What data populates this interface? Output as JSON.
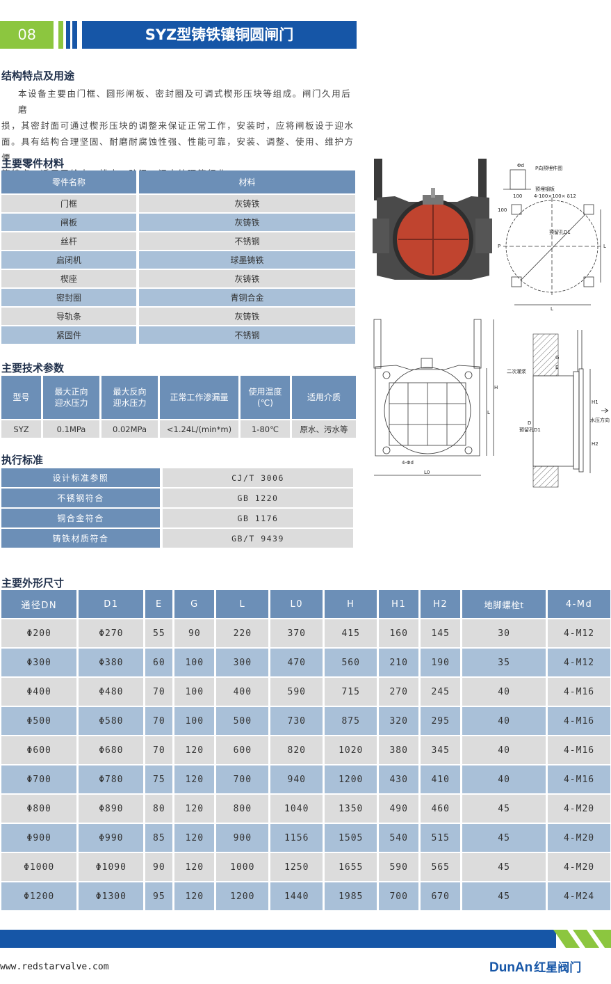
{
  "header": {
    "page_number": "08",
    "title": "SYZ型铸铁镶铜圆闸门",
    "colors": {
      "green": "#8cc63f",
      "blue": "#1656a7",
      "table_header": "#6c8fb7",
      "row_blue": "#a9c0d8",
      "row_gray": "#dcdcdc"
    }
  },
  "features": {
    "title": "结构特点及用途",
    "lines": [
      "本设备主要由门框、圆形闸板、密封圈及可调式楔形压块等组成。闸门久用后磨",
      "损，其密封面可通过楔形压块的调整来保证正常工作，安装时，应将闸板设于迎水",
      "面。具有结构合理坚固、耐磨耐腐蚀性强、性能可靠，安装、调整、使用、维护方便",
      "等特点。适用于给水、排水、防汛、污水处理等行业。"
    ]
  },
  "materials": {
    "title": "主要零件材料",
    "headers": [
      "零件名称",
      "材料"
    ],
    "rows": [
      [
        "门框",
        "灰铸铁"
      ],
      [
        "闸板",
        "灰铸铁"
      ],
      [
        "丝杆",
        "不锈钢"
      ],
      [
        "启闭机",
        "球墨铸铁"
      ],
      [
        "楔座",
        "灰铸铁"
      ],
      [
        "密封圈",
        "青铜合金"
      ],
      [
        "导轨条",
        "灰铸铁"
      ],
      [
        "紧固件",
        "不锈钢"
      ]
    ]
  },
  "params": {
    "title": "主要技术参数",
    "headers": [
      "型号",
      "最大正向\n迎水压力",
      "最大反向\n迎水压力",
      "正常工作渗漏量",
      "使用温度\n(℃)",
      "适用介质"
    ],
    "row": [
      "SYZ",
      "0.1MPa",
      "0.02MPa",
      "<1.24L/(min*m)",
      "1-80℃",
      "原水、污水等"
    ]
  },
  "standards": {
    "title": "执行标准",
    "rows": [
      [
        "设计标准参照",
        "CJ/T 3006"
      ],
      [
        "不锈钢符合",
        "GB 1220"
      ],
      [
        "铜合金符合",
        "GB 1176"
      ],
      [
        "铸铁材质符合",
        "GB/T 9439"
      ]
    ]
  },
  "dimensions": {
    "title": "主要外形尺寸",
    "headers": [
      "通径DN",
      "D1",
      "E",
      "G",
      "L",
      "L0",
      "H",
      "H1",
      "H2",
      "地脚螺栓t",
      "4-Md"
    ],
    "rows": [
      [
        "Φ200",
        "Φ270",
        "55",
        "90",
        "220",
        "370",
        "415",
        "160",
        "145",
        "30",
        "4-M12"
      ],
      [
        "Φ300",
        "Φ380",
        "60",
        "100",
        "300",
        "470",
        "560",
        "210",
        "190",
        "35",
        "4-M12"
      ],
      [
        "Φ400",
        "Φ480",
        "70",
        "100",
        "400",
        "590",
        "715",
        "270",
        "245",
        "40",
        "4-M16"
      ],
      [
        "Φ500",
        "Φ580",
        "70",
        "100",
        "500",
        "730",
        "875",
        "320",
        "295",
        "40",
        "4-M16"
      ],
      [
        "Φ600",
        "Φ680",
        "70",
        "120",
        "600",
        "820",
        "1020",
        "380",
        "345",
        "40",
        "4-M16"
      ],
      [
        "Φ700",
        "Φ780",
        "75",
        "120",
        "700",
        "940",
        "1200",
        "430",
        "410",
        "40",
        "4-M16"
      ],
      [
        "Φ800",
        "Φ890",
        "80",
        "120",
        "800",
        "1040",
        "1350",
        "490",
        "460",
        "45",
        "4-M20"
      ],
      [
        "Φ900",
        "Φ990",
        "85",
        "120",
        "900",
        "1156",
        "1505",
        "540",
        "515",
        "45",
        "4-M20"
      ],
      [
        "Φ1000",
        "Φ1090",
        "90",
        "120",
        "1000",
        "1250",
        "1655",
        "590",
        "565",
        "45",
        "4-M20"
      ],
      [
        "Φ1200",
        "Φ1300",
        "95",
        "120",
        "1200",
        "1440",
        "1985",
        "700",
        "670",
        "45",
        "4-M24"
      ]
    ]
  },
  "drawings": {
    "plan_view": {
      "title": "P向预埋件图",
      "plate": "预埋钢板",
      "plate_spec": "4-100×100× δ12",
      "hole_label": "预留孔D1",
      "labels": [
        "Φd",
        "100",
        "100",
        "P",
        "L",
        "L"
      ]
    },
    "front_view": {
      "labels": [
        "H",
        "L",
        "4-Φd",
        "L0"
      ]
    },
    "side_view": {
      "labels": [
        "二次灌浆",
        "G",
        "E",
        "H1",
        "H2",
        "预留孔D1",
        "D",
        "水压方向"
      ]
    }
  },
  "footer": {
    "url": "www.redstarvalve.com",
    "logo_latin": "DunAn",
    "logo_cn": "红星阀门"
  }
}
